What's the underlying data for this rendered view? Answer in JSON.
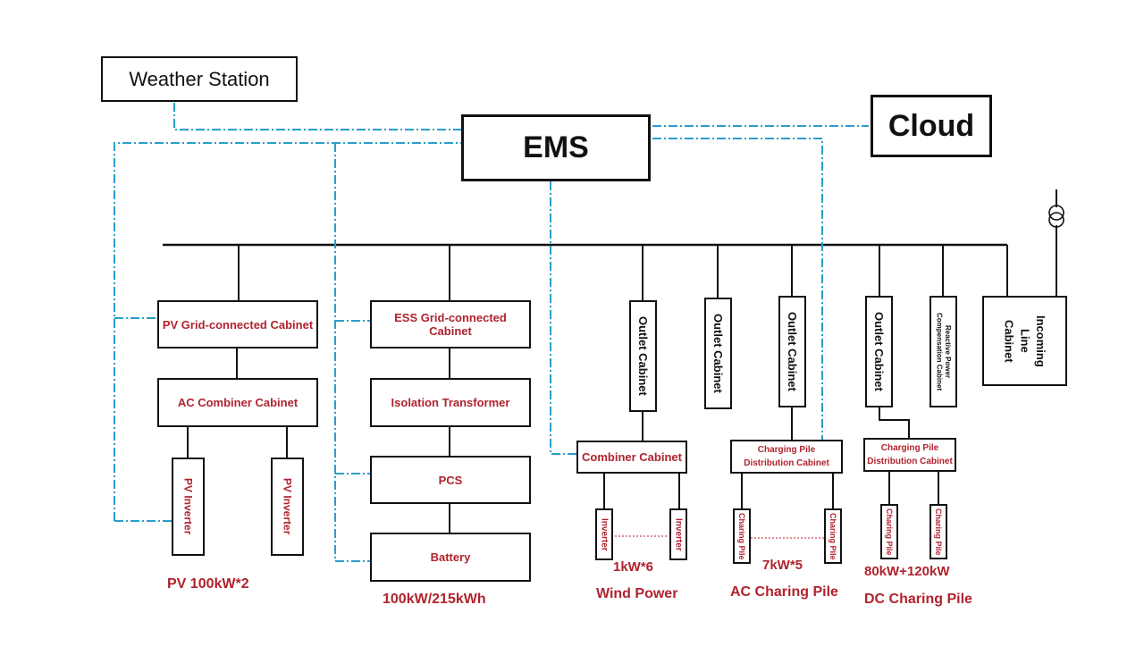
{
  "diagram": {
    "top": {
      "weather_station": "Weather Station",
      "ems": "EMS",
      "cloud": "Cloud"
    },
    "pv": {
      "grid_cabinet": "PV Grid-connected Cabinet",
      "combiner": "AC Combiner Cabinet",
      "inverter_1": "PV Inverter",
      "inverter_2": "PV Inverter",
      "caption": "PV  100kW*2"
    },
    "ess": {
      "grid_cabinet": "ESS Grid-connected Cabinet",
      "transformer": "Isolation Transformer",
      "pcs": "PCS",
      "battery": "Battery",
      "caption": "100kW/215kWh"
    },
    "wind": {
      "outlet": "Outlet Cabinet",
      "combiner": "Combiner Cabinet",
      "inverter_1": "Inverter",
      "inverter_2": "Inverter",
      "caption_1": "1kW*6",
      "caption_2": "Wind Power"
    },
    "spare": {
      "outlet": "Outlet Cabinet"
    },
    "ac_charging": {
      "outlet": "Outlet Cabinet",
      "distribution_line1": "Charging Pile",
      "distribution_line2": "Distribution Cabinet",
      "pile_1": "Charing Pile",
      "pile_2": "Charing Pile",
      "caption_1": "7kW*5",
      "caption_2": "AC Charing Pile"
    },
    "dc_charging": {
      "outlet": "Outlet Cabinet",
      "distribution_line1": "Charging Pile",
      "distribution_line2": "Distribution Cabinet",
      "pile_1": "Charing Pile",
      "pile_2": "Charing Pile",
      "caption_1": "80kW+120kW",
      "caption_2": "DC Charing Pile"
    },
    "reactive": {
      "line1": "Reactive Power",
      "line2": "Compensation Cabinet"
    },
    "incoming": {
      "line1": "Incoming",
      "line2": "Line",
      "line3": "Cabinet"
    },
    "colors": {
      "power_line": "#111111",
      "comm_line": "#2a9ec9",
      "label_red": "#b0232e"
    }
  }
}
